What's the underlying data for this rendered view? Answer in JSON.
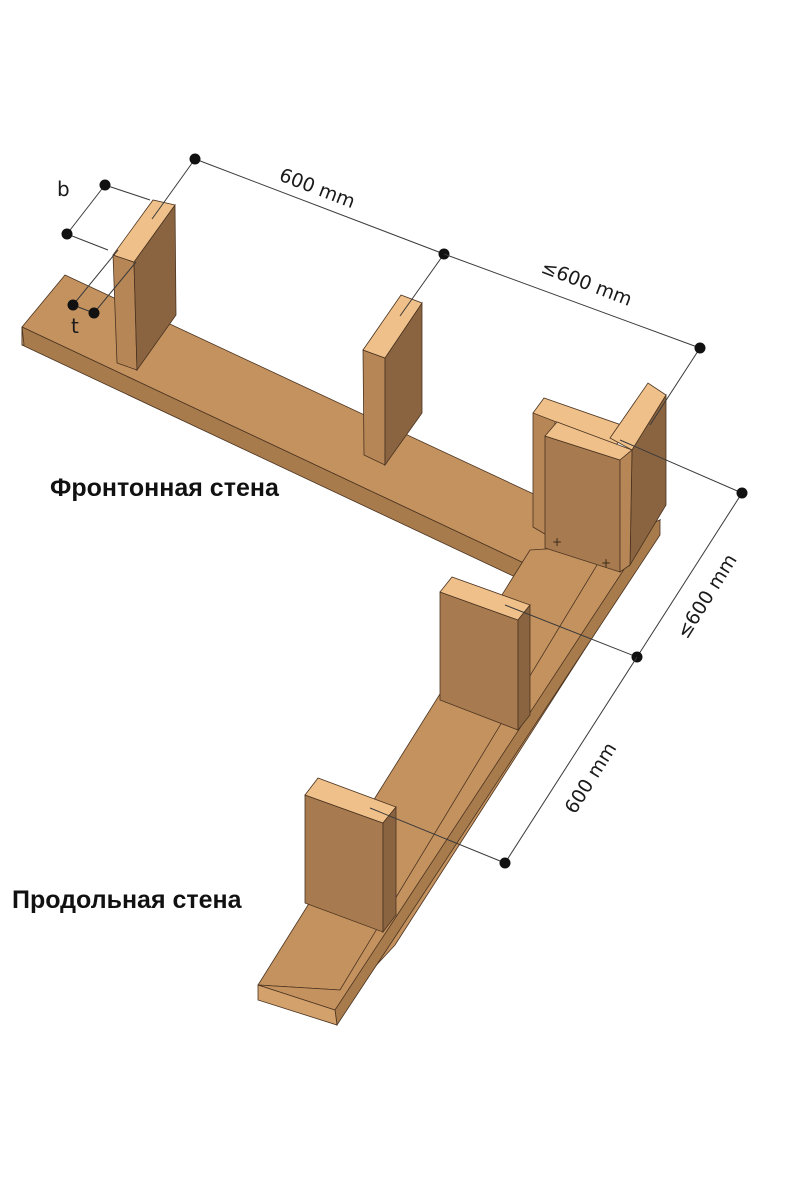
{
  "labels": {
    "gable_wall": "Фронтонная стена",
    "longitudinal_wall": "Продольная стена"
  },
  "dimensions": {
    "front_spacing": "600 mm",
    "front_corner_spacing": "≤600 mm",
    "side_corner_spacing": "≤600 mm",
    "side_spacing": "600 mm"
  },
  "symbols": {
    "stud_width": "b",
    "stud_thickness": "t"
  },
  "colors": {
    "wood_light": "#efc08a",
    "wood_mid": "#c4925f",
    "wood_dark": "#8a6440",
    "dimension": "#111111"
  }
}
